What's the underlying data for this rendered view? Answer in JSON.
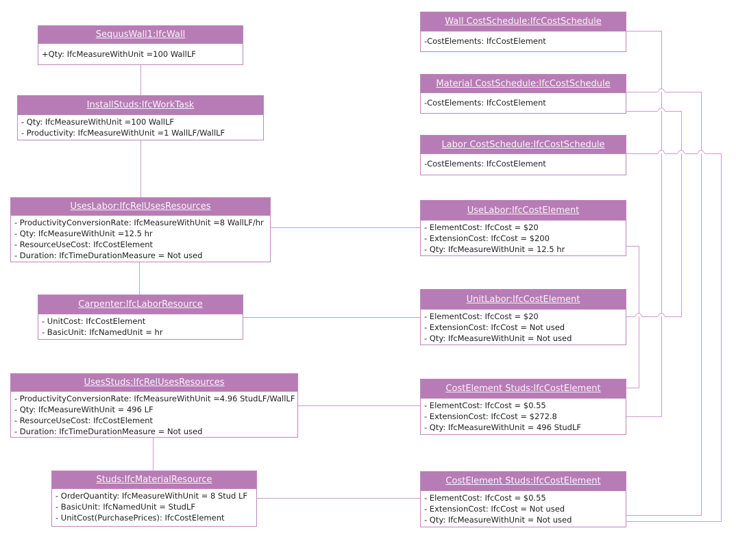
{
  "colors": {
    "header_fill": "#b77cb5",
    "box_border": "#bd85bc",
    "connector": "#cf97cc",
    "header_text": "#faf4fa",
    "body_text": "#202020"
  },
  "boxes": {
    "sequus_wall": {
      "title": "SequusWall1:IfcWall",
      "attrs": [
        "+Qty: IfcMeasureWithUnit =100 WallLF"
      ]
    },
    "install_studs": {
      "title": "InstallStuds:IfcWorkTask",
      "attrs": [
        "- Qty: IfcMeasureWithUnit =100 WallLF",
        "- Productivity: IfcMeasureWithUnit =1 WallLF/WallLF"
      ]
    },
    "uses_labor": {
      "title": "UsesLabor:IfcRelUsesResources",
      "attrs": [
        "- ProductivityConversionRate: IfcMeasureWithUnit =8 WallLF/hr",
        "- Qty: IfcMeasureWithUnit =12.5 hr",
        "- ResourceUseCost: IfcCostElement",
        "- Duration: IfcTimeDurationMeasure = Not used"
      ]
    },
    "carpenter": {
      "title": "Carpenter:IfcLaborResource",
      "attrs": [
        "- UnitCost: IfcCostElement",
        "- BasicUnit: IfcNamedUnit = hr"
      ]
    },
    "uses_studs": {
      "title": "UsesStuds:IfcRelUsesResources",
      "attrs": [
        "- ProductivityConversionRate: IfcMeasureWithUnit =4.96 StudLF/WallLF",
        "- Qty: IfcMeasureWithUnit = 496 LF",
        "- ResourceUseCost: IfcCostElement",
        "- Duration: IfcTimeDurationMeasure = Not used"
      ]
    },
    "studs": {
      "title": "Studs:IfcMaterialResource",
      "attrs": [
        "- OrderQuantity: IfcMeasureWithUnit = 8 Stud LF",
        "- BasicUnit: IfcNamedUnit = StudLF",
        "- UnitCost(PurchasePrices): IfcCostElement"
      ]
    },
    "wall_cs": {
      "title": "Wall CostSchedule:IfcCostSchedule",
      "attrs": [
        "-CostElements: IfcCostElement"
      ]
    },
    "material_cs": {
      "title": "Material CostSchedule:IfcCostSchedule",
      "attrs": [
        "-CostElements: IfcCostElement"
      ]
    },
    "labor_cs": {
      "title": "Labor CostSchedule:IfcCostSchedule",
      "attrs": [
        "-CostElements: IfcCostElement"
      ]
    },
    "use_labor": {
      "title": "UseLabor:IfcCostElement",
      "attrs": [
        "- ElementCost: IfcCost = $20",
        "- ExtensionCost: IfcCost = $200",
        "- Qty: IfcMeasureWithUnit = 12.5 hr"
      ]
    },
    "unit_labor": {
      "title": "UnitLabor:IfcCostElement",
      "attrs": [
        "- ElementCost: IfcCost = $20",
        "- ExtensionCost: IfcCost = Not used",
        "- Qty: IfcMeasureWithUnit = Not used"
      ]
    },
    "ces_1": {
      "title": "CostElement Studs:IfcCostElement",
      "attrs": [
        "- ElementCost: IfcCost = $0.55",
        "- ExtensionCost: IfcCost = $272.8",
        "- Qty: IfcMeasureWithUnit = 496 StudLF"
      ]
    },
    "ces_2": {
      "title": "CostElement Studs:IfcCostElement",
      "attrs": [
        "- ElementCost: IfcCost = $0.55",
        "- ExtensionCost: IfcCost = Not used",
        "- Qty: IfcMeasureWithUnit = Not used"
      ]
    }
  }
}
